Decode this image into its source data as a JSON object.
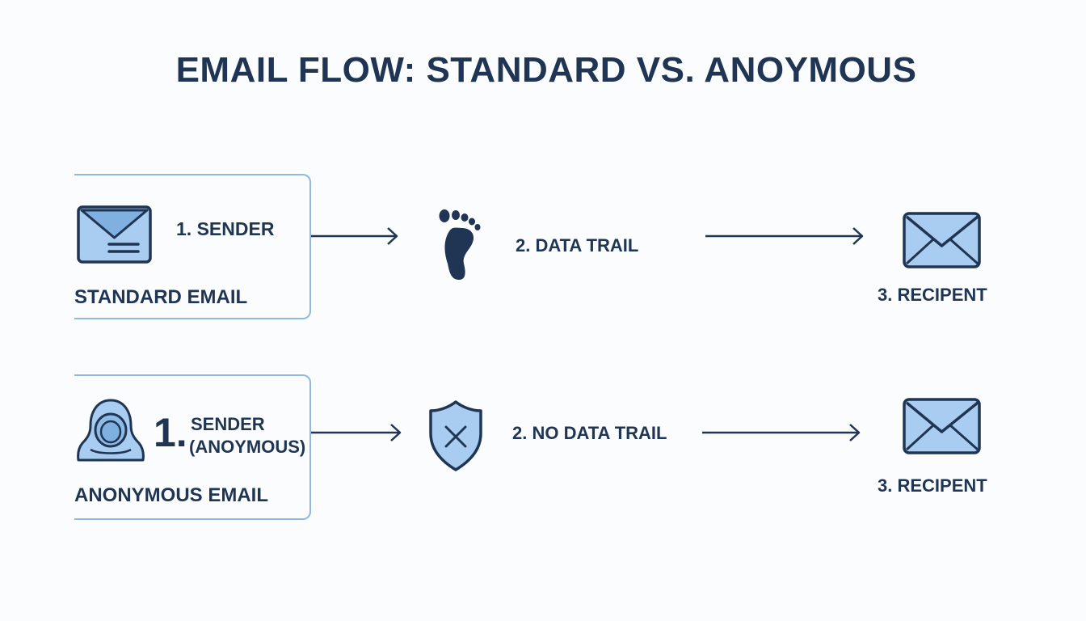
{
  "title": "EMAIL FLOW: STANDARD VS. ANOYMOUS",
  "standard": {
    "section_label": "STANDARD EMAIL",
    "sender": "1. SENDER",
    "middle": "2. DATA TRAIL",
    "recipient": "3. RECIPENT",
    "sender_icon": "envelope-icon",
    "middle_icon": "footprint-icon",
    "recipient_icon": "envelope-icon"
  },
  "anonymous": {
    "section_label": "ANONYMOUS EMAIL",
    "sender_number": "1.",
    "sender_line1": "SENDER",
    "sender_line2": "(ANOYMOUS)",
    "middle": "2. NO DATA TRAIL",
    "recipient": "3. RECIPENT",
    "sender_icon": "hooded-figure-icon",
    "middle_icon": "shield-x-icon",
    "recipient_icon": "envelope-icon"
  },
  "colors": {
    "navy": "#1f3553",
    "light_blue": "#a9cdf0",
    "box_border": "#8fb9df"
  }
}
